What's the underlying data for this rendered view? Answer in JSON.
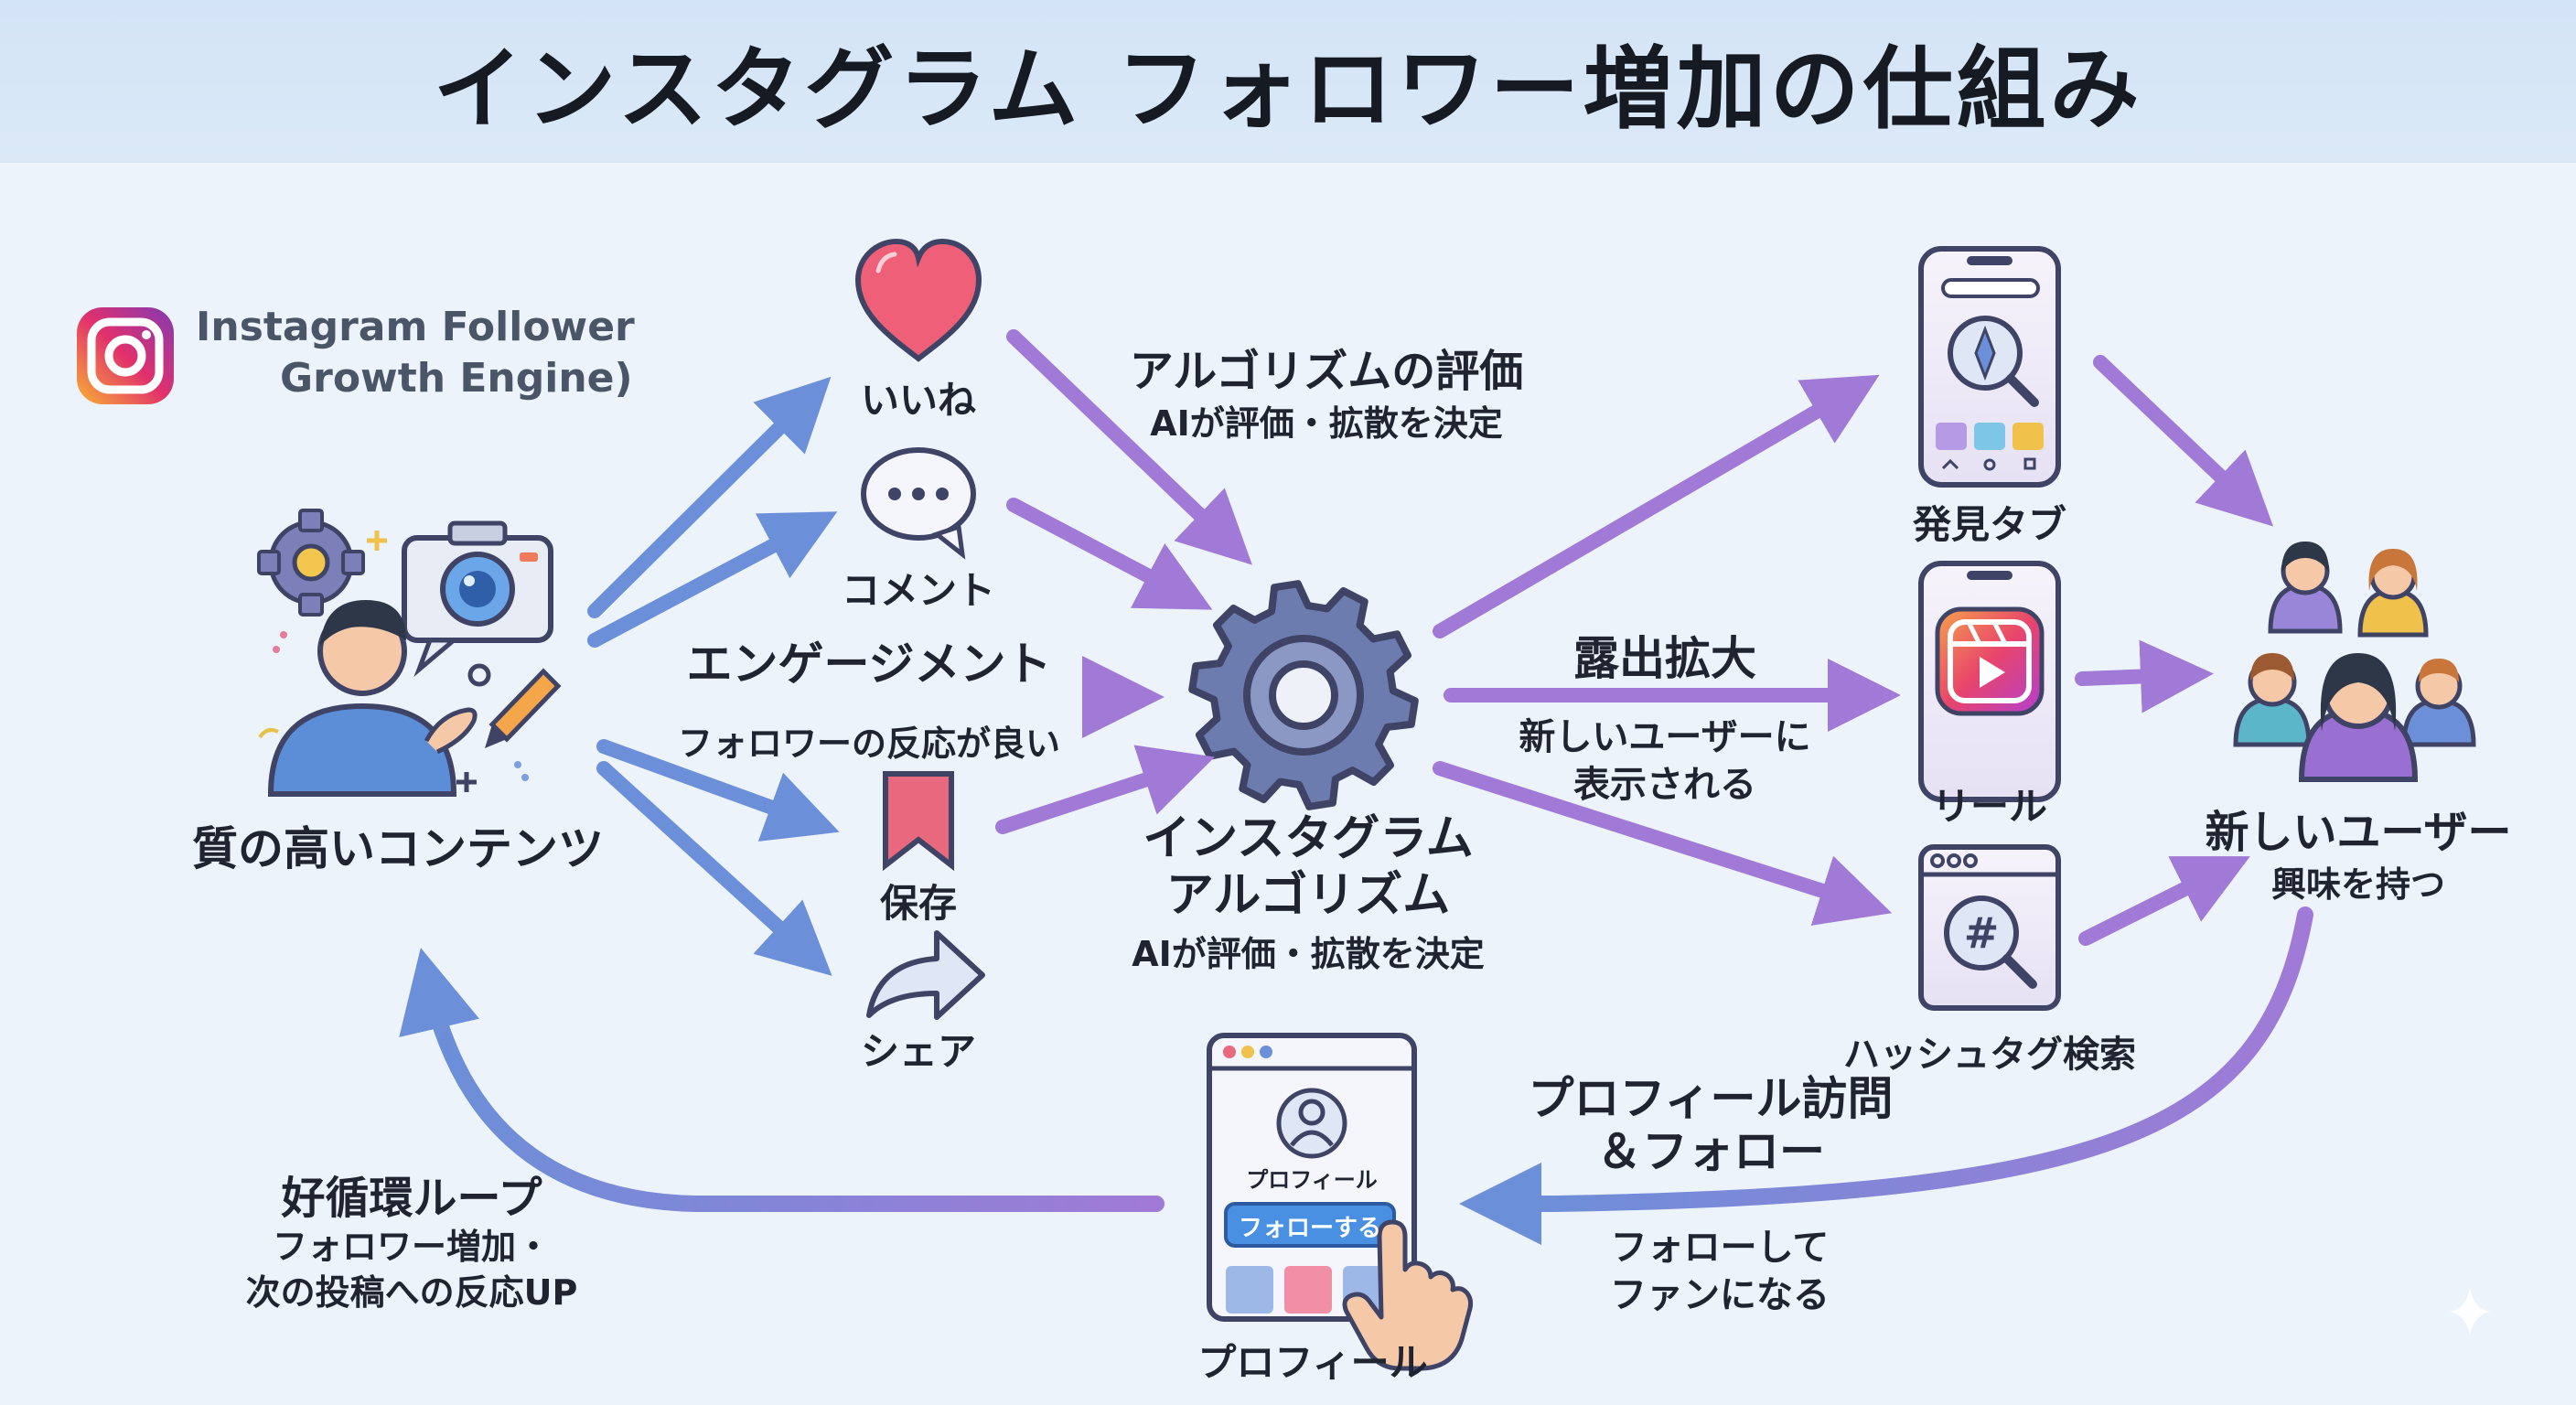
{
  "title": "インスタグラム フォロワー増加の仕組み",
  "brand": {
    "line1": "Instagram Follower",
    "line2": "Growth Engine)",
    "icon": "instagram-logo"
  },
  "source": {
    "label": "質の高いコンテンツ",
    "icons": [
      "gear-icon",
      "camera-icon",
      "creator-person-icon",
      "pencil-icon"
    ]
  },
  "engagement": {
    "label": "エンゲージメント",
    "sub": "フォロワーの反応が良い",
    "items": [
      {
        "label": "いいね",
        "icon": "heart-icon"
      },
      {
        "label": "コメント",
        "icon": "comment-icon"
      },
      {
        "label": "保存",
        "icon": "bookmark-icon"
      },
      {
        "label": "シェア",
        "icon": "share-icon"
      }
    ]
  },
  "algorithm_eval": {
    "label": "アルゴリズムの評価",
    "sub": "AIが評価・拡散を決定"
  },
  "algorithm": {
    "label_line1": "インスタグラム",
    "label_line2": "アルゴリズム",
    "sub": "AIが評価・拡散を決定",
    "icon": "gear-icon"
  },
  "exposure": {
    "label": "露出拡大",
    "sub_line1": "新しいユーザーに",
    "sub_line2": "表示される"
  },
  "channels": [
    {
      "label": "発見タブ",
      "icon": "explore-tab-icon"
    },
    {
      "label": "リール",
      "icon": "reels-icon"
    },
    {
      "label": "ハッシュタグ検索",
      "icon": "hashtag-search-icon"
    }
  ],
  "new_users": {
    "label": "新しいユーザー",
    "sub": "興味を持つ",
    "icon": "user-group-icon"
  },
  "visit": {
    "label_line1": "プロフィール訪問",
    "label_line2": "＆フォロー",
    "sub_line1": "フォローして",
    "sub_line2": "ファンになる"
  },
  "profile": {
    "label": "プロフィール",
    "card_label": "プロフィール",
    "follow_button": "フォローする"
  },
  "loop": {
    "label": "好循環ループ",
    "sub_line1": "フォロワー増加・",
    "sub_line2": "次の投稿への反応UP"
  },
  "colors": {
    "arrow_blue": "#6b8fd8",
    "arrow_purple": "#a07ad6",
    "gear": "#6d7cae",
    "heart": "#ef5f78",
    "instagram_gradient": [
      "#f9b233",
      "#e1306c",
      "#833ab4"
    ]
  }
}
